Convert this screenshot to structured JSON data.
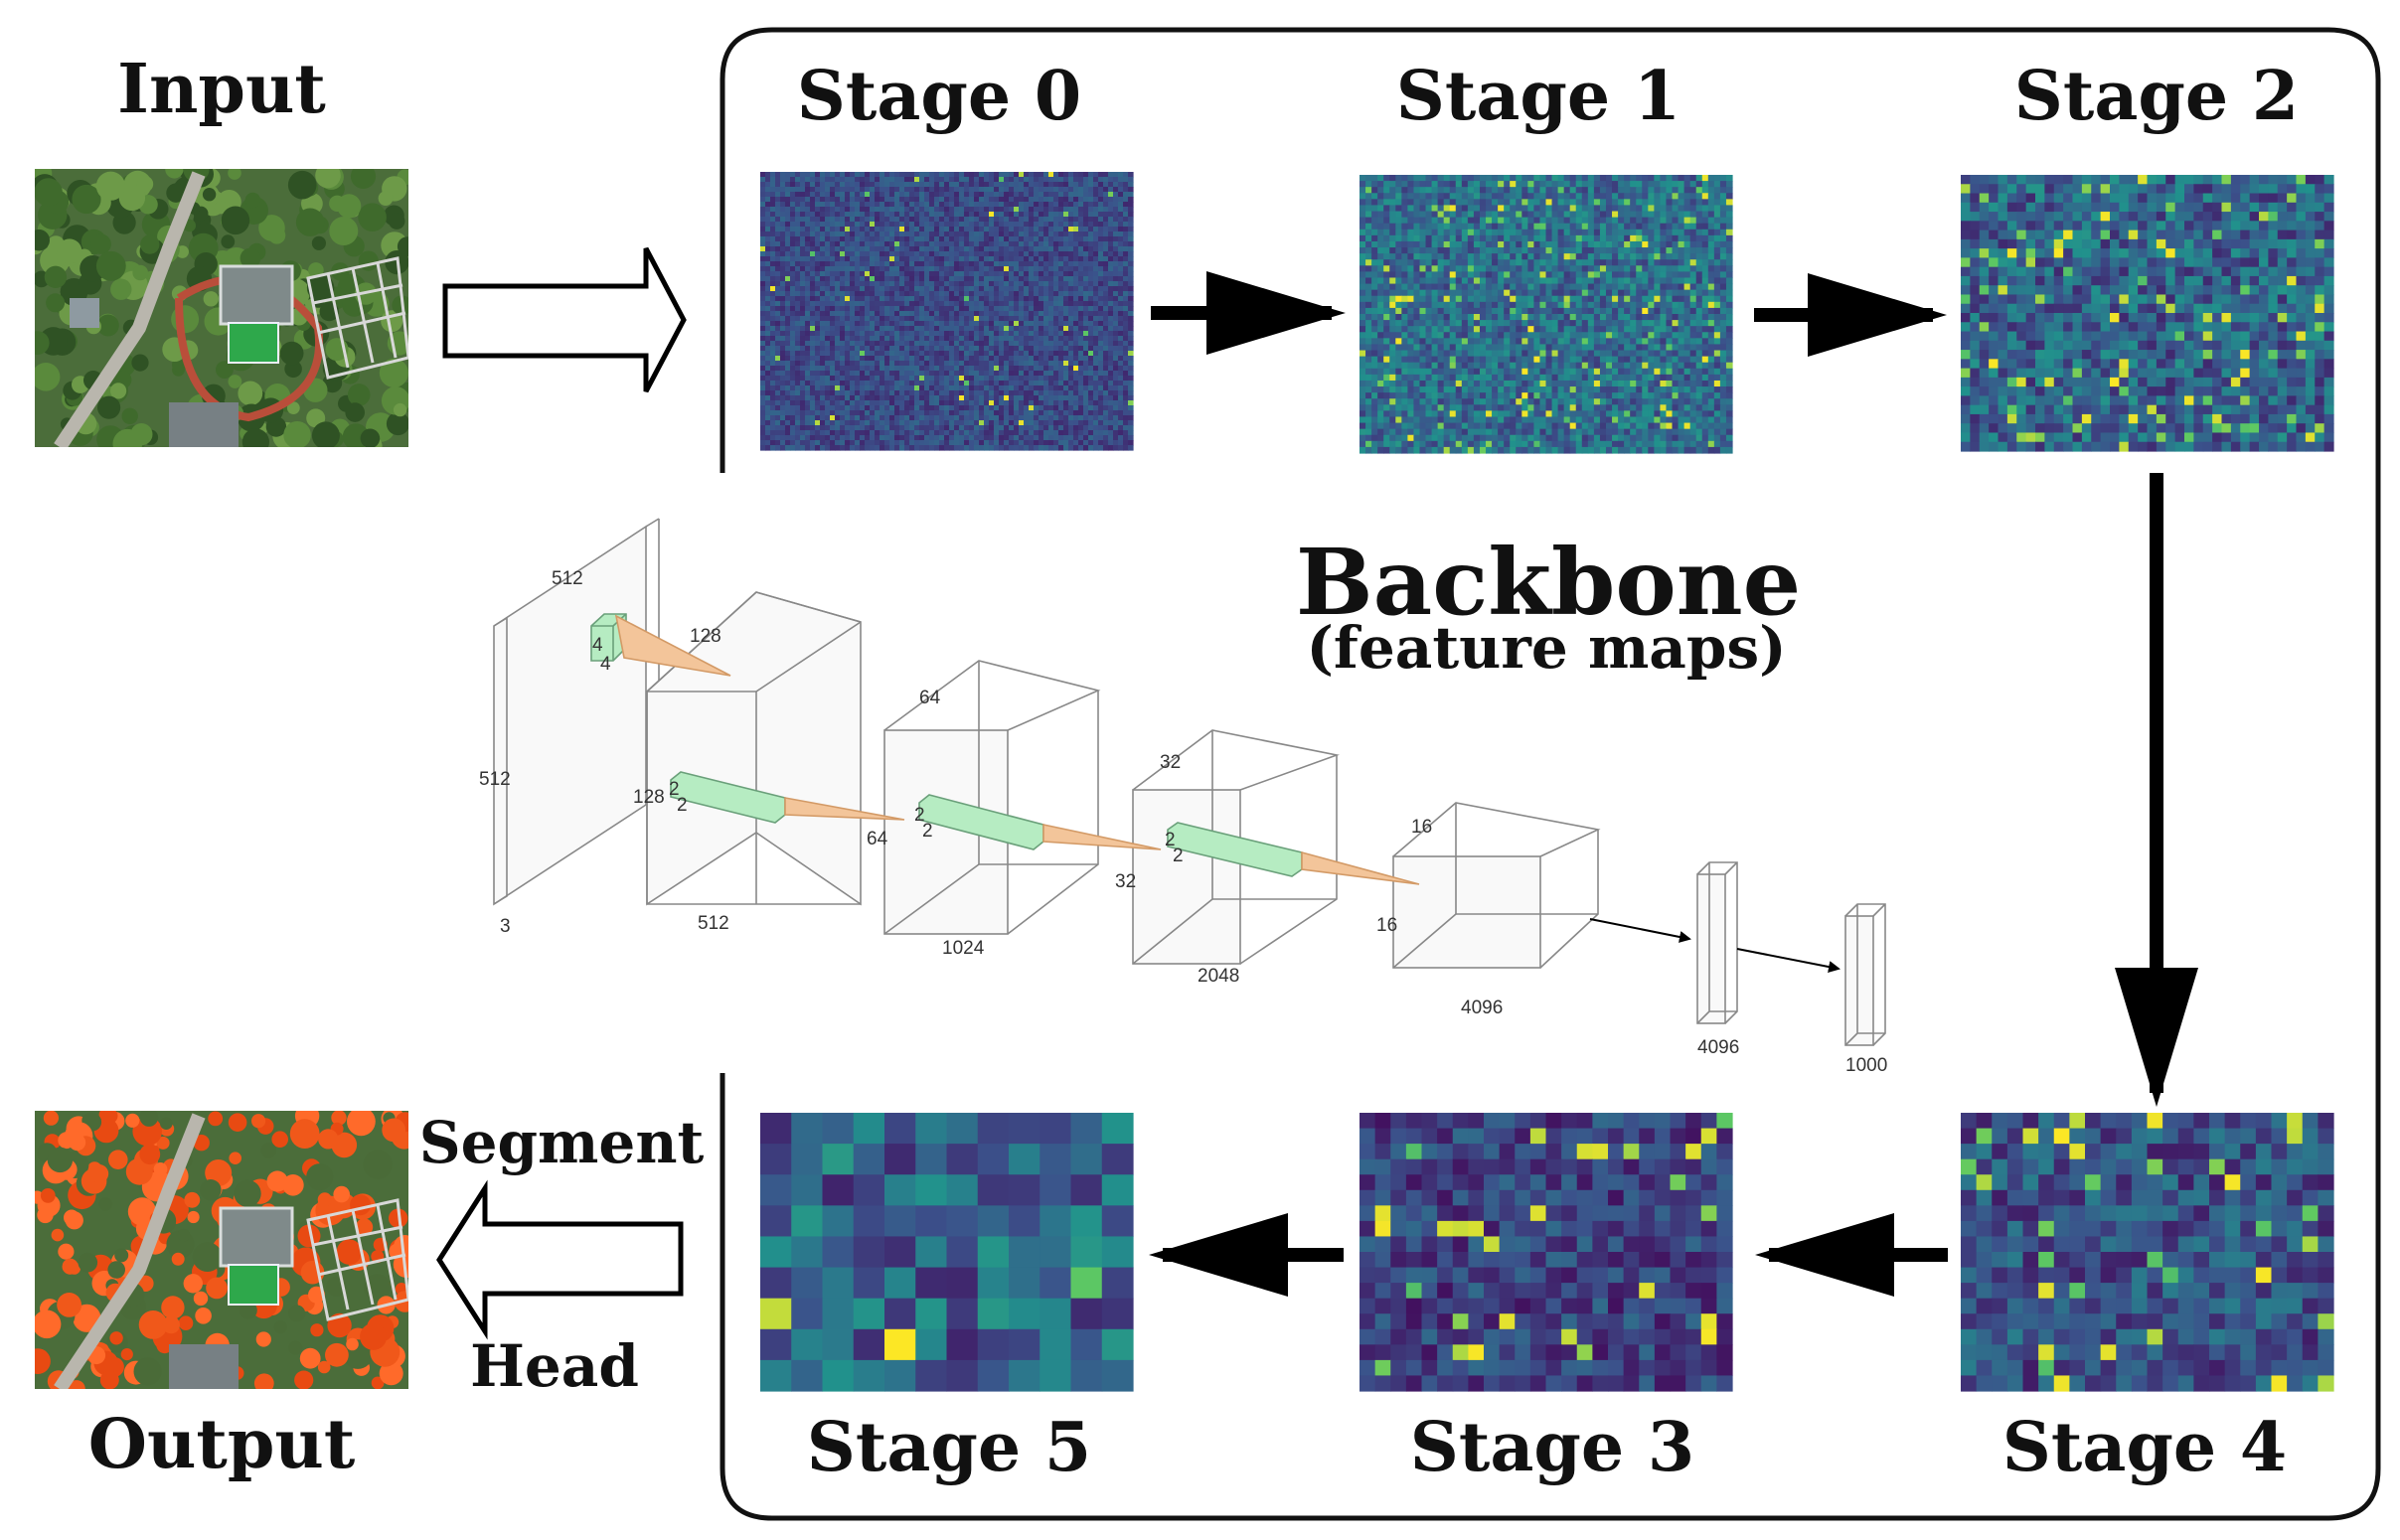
{
  "input": {
    "label": "Input"
  },
  "output": {
    "label": "Output"
  },
  "head": {
    "line1": "Segment",
    "line2": "Head"
  },
  "backbone": {
    "title": "Backbone",
    "subtitle": "(feature maps)"
  },
  "stages": {
    "s0": "Stage 0",
    "s1": "Stage 1",
    "s2": "Stage 2",
    "s3": "Stage 3",
    "s4": "Stage 4",
    "s5": "Stage 5"
  },
  "network_labels": {
    "l_512a": "512",
    "l_512b": "512",
    "l_3": "3",
    "k4a": "4",
    "k4b": "4",
    "l_128top": "128",
    "l_128side": "128",
    "k2a": "2",
    "k2b": "2",
    "l_64": "64",
    "l_512bot": "512",
    "l_64top": "64",
    "k2c": "2",
    "k2d": "2",
    "l_32": "32",
    "l_1024": "1024",
    "l_32top": "32",
    "k2e": "2",
    "k2f": "2",
    "l_16": "16",
    "l_2048": "2048",
    "l_16top": "16",
    "l_4096box": "4096",
    "l_4096": "4096",
    "l_1000": "1000"
  },
  "colors": {
    "viridis_dark": "#440154",
    "viridis_mid": "#2a788e",
    "viridis_green": "#35b779",
    "viridis_yellow": "#fde725",
    "segment_orange": "#f0581a",
    "kernel_green": "#9fe0b0",
    "kernel_orange": "#f2b27a"
  }
}
